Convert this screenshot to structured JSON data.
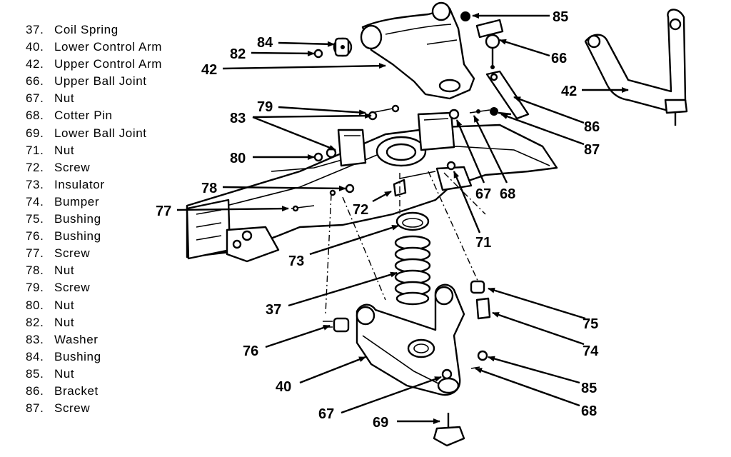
{
  "legend": [
    {
      "num": "37.",
      "label": "Coil Spring"
    },
    {
      "num": "40.",
      "label": "Lower Control Arm"
    },
    {
      "num": "42.",
      "label": "Upper Control Arm"
    },
    {
      "num": "66.",
      "label": "Upper Ball Joint"
    },
    {
      "num": "67.",
      "label": "Nut"
    },
    {
      "num": "68.",
      "label": "Cotter Pin"
    },
    {
      "num": "69.",
      "label": "Lower Ball Joint"
    },
    {
      "num": "71.",
      "label": "Nut"
    },
    {
      "num": "72.",
      "label": "Screw"
    },
    {
      "num": "73.",
      "label": "Insulator"
    },
    {
      "num": "74.",
      "label": "Bumper"
    },
    {
      "num": "75.",
      "label": "Bushing"
    },
    {
      "num": "76.",
      "label": "Bushing"
    },
    {
      "num": "77.",
      "label": "Screw"
    },
    {
      "num": "78.",
      "label": "Nut"
    },
    {
      "num": "79.",
      "label": "Screw"
    },
    {
      "num": "80.",
      "label": "Nut"
    },
    {
      "num": "82.",
      "label": "Nut"
    },
    {
      "num": "83.",
      "label": "Washer"
    },
    {
      "num": "84.",
      "label": "Bushing"
    },
    {
      "num": "85.",
      "label": "Nut"
    },
    {
      "num": "86.",
      "label": "Bracket"
    },
    {
      "num": "87.",
      "label": "Screw"
    }
  ],
  "callouts": {
    "c85_top": "85",
    "c84": "84",
    "c82": "82",
    "c42_left": "42",
    "c66": "66",
    "c42_right": "42",
    "c79": "79",
    "c83": "83",
    "c86": "86",
    "c87": "87",
    "c80": "80",
    "c67_top": "67",
    "c68_top": "68",
    "c78": "78",
    "c72": "72",
    "c77": "77",
    "c71": "71",
    "c73": "73",
    "c37": "37",
    "c75": "75",
    "c74": "74",
    "c76": "76",
    "c40": "40",
    "c85_bottom": "85",
    "c68_bottom": "68",
    "c67_bottom": "67",
    "c69": "69"
  }
}
